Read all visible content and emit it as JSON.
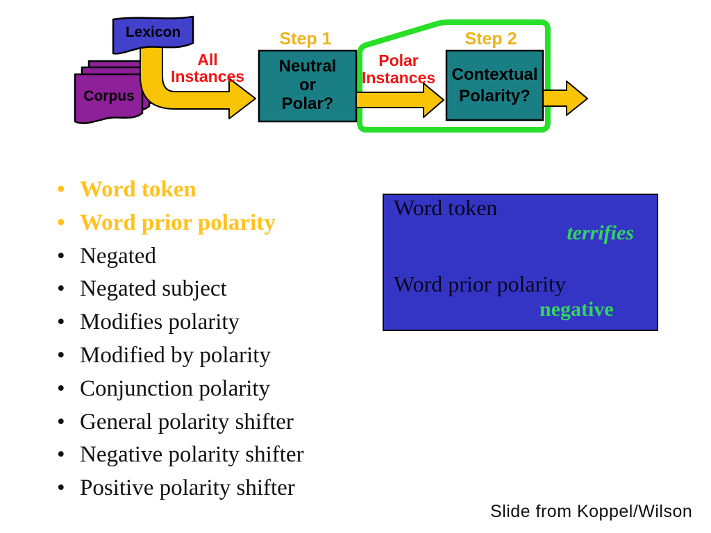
{
  "diagram": {
    "lexicon_label": "Lexicon",
    "corpus_label": "Corpus",
    "all_instances": {
      "lines": [
        "All",
        "Instances"
      ]
    },
    "step1_label": "Step 1",
    "step1_box": {
      "lines": [
        "Neutral",
        "or",
        "Polar?"
      ]
    },
    "polar_instances": {
      "lines": [
        "Polar",
        "Instances"
      ]
    },
    "step2_label": "Step 2",
    "step2_box": {
      "lines": [
        "Contextual",
        "Polarity?"
      ]
    }
  },
  "bullet_list": {
    "marker": "•",
    "items": [
      {
        "label": "Word token",
        "highlighted": true
      },
      {
        "label": "Word prior polarity",
        "highlighted": true
      },
      {
        "label": "Negated",
        "highlighted": false
      },
      {
        "label": "Negated subject",
        "highlighted": false
      },
      {
        "label": "Modifies polarity",
        "highlighted": false
      },
      {
        "label": "Modified by polarity",
        "highlighted": false
      },
      {
        "label": "Conjunction polarity",
        "highlighted": false
      },
      {
        "label": "General polarity shifter",
        "highlighted": false
      },
      {
        "label": "Negative polarity shifter",
        "highlighted": false
      },
      {
        "label": "Positive polarity shifter",
        "highlighted": false
      }
    ]
  },
  "example_box": {
    "fields": [
      {
        "label": "Word token",
        "value": "terrifies"
      },
      {
        "label": "Word prior polarity",
        "value": "negative"
      }
    ]
  },
  "footer": {
    "credit": "Slide from Koppel/Wilson"
  },
  "colors": {
    "teal": "#1A7F85",
    "gold": "#F9C405",
    "gold_text": "#EEB41E",
    "bullet_gold": "#FFC21E",
    "red": "#F21313",
    "green_outline": "#2ADF2A",
    "green_text": "#2FD75C",
    "lexicon_blue": "#4141CC",
    "corpus_purple": "#8E209A",
    "example_blue": "#3535C5"
  }
}
